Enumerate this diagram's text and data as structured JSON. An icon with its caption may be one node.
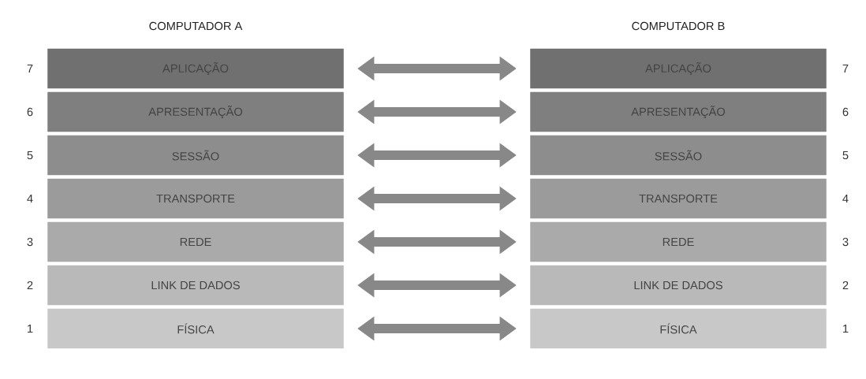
{
  "diagram": {
    "nodes": [
      {
        "text": [
          "APLICAÇÃO"
        ],
        "beside": [
          "7"
        ]
      },
      {
        "text": [
          "APLICAÇÃO"
        ],
        "beside": [
          "7"
        ]
      },
      {
        "text": [
          "APRESENTAÇÃO"
        ],
        "beside": [
          "6"
        ]
      },
      {
        "text": [
          "APRESENTAÇÃO"
        ],
        "beside": [
          "6"
        ]
      },
      {
        "text": [
          "SESSÃO"
        ],
        "beside": [
          "5"
        ]
      },
      {
        "text": [
          "SESSÃO"
        ],
        "beside": [
          "5"
        ]
      },
      {
        "text": [
          "TRANSPORTE"
        ],
        "beside": [
          "4"
        ]
      },
      {
        "text": [
          "TRANSPORTE"
        ],
        "beside": [
          "4"
        ]
      },
      {
        "text": [
          "REDE"
        ],
        "beside": [
          "3"
        ]
      },
      {
        "text": [
          "REDE"
        ],
        "beside": [
          "3"
        ]
      },
      {
        "text": [
          "LINK DE DADOS"
        ],
        "beside": [
          "2"
        ]
      },
      {
        "text": [
          "LINK DE DADOS"
        ],
        "beside": [
          "2"
        ]
      },
      {
        "text": [
          "FÍSICA"
        ],
        "beside": [
          "1"
        ]
      },
      {
        "text": [
          "FÍSICA"
        ],
        "beside": [
          "1"
        ]
      }
    ],
    "edges": [
      {
        "from": 0,
        "to": 1,
        "arrow": "both"
      },
      {
        "from": 2,
        "to": 3,
        "arrow": "both"
      },
      {
        "from": 4,
        "to": 5,
        "arrow": "both"
      },
      {
        "from": 6,
        "to": 7,
        "arrow": "both"
      },
      {
        "from": 8,
        "to": 9,
        "arrow": "both"
      },
      {
        "from": 10,
        "to": 11,
        "arrow": "both"
      },
      {
        "from": 12,
        "to": 13,
        "arrow": "both"
      }
    ],
    "labels": [
      "COMPUTADOR A",
      "COMPUTADOR B"
    ]
  }
}
